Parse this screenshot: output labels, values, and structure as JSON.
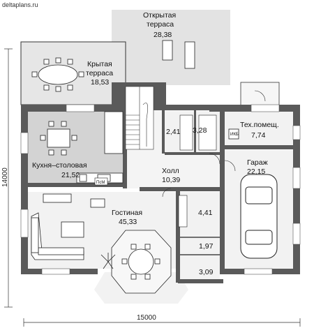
{
  "watermark": "deltaplans.ru",
  "colors": {
    "wall": "#555555",
    "room_fill": "#f0f0f0",
    "terrace_fill": "#e0e0e0",
    "kitchen_fill": "#d4d4d4",
    "line": "#222222"
  },
  "dimensions": {
    "width": "15000",
    "depth": "14000"
  },
  "rooms": [
    {
      "id": "open-terrace",
      "name": "Открытая\nтерраса",
      "area": "28,38"
    },
    {
      "id": "covered-terrace",
      "name": "Крытая\nтерраса",
      "area": "18,53"
    },
    {
      "id": "kitchen",
      "name": "Кухня–столовая",
      "area": "21,52"
    },
    {
      "id": "hall",
      "name": "Холл",
      "area": "10,39"
    },
    {
      "id": "living",
      "name": "Гостиная",
      "area": "45,33"
    },
    {
      "id": "tech",
      "name": "Тех.помещ.",
      "area": "7,74"
    },
    {
      "id": "garage",
      "name": "Гараж",
      "area": "22,15"
    },
    {
      "id": "wc",
      "name": "",
      "area": "2,41"
    },
    {
      "id": "closet1",
      "name": "",
      "area": "3,28"
    },
    {
      "id": "closet2",
      "name": "",
      "area": "4,41"
    },
    {
      "id": "closet3",
      "name": "",
      "area": "1,97"
    },
    {
      "id": "closet4",
      "name": "",
      "area": "3,09"
    }
  ],
  "labels": {
    "pm": "ПсМ",
    "boiler": "ИКБ"
  }
}
